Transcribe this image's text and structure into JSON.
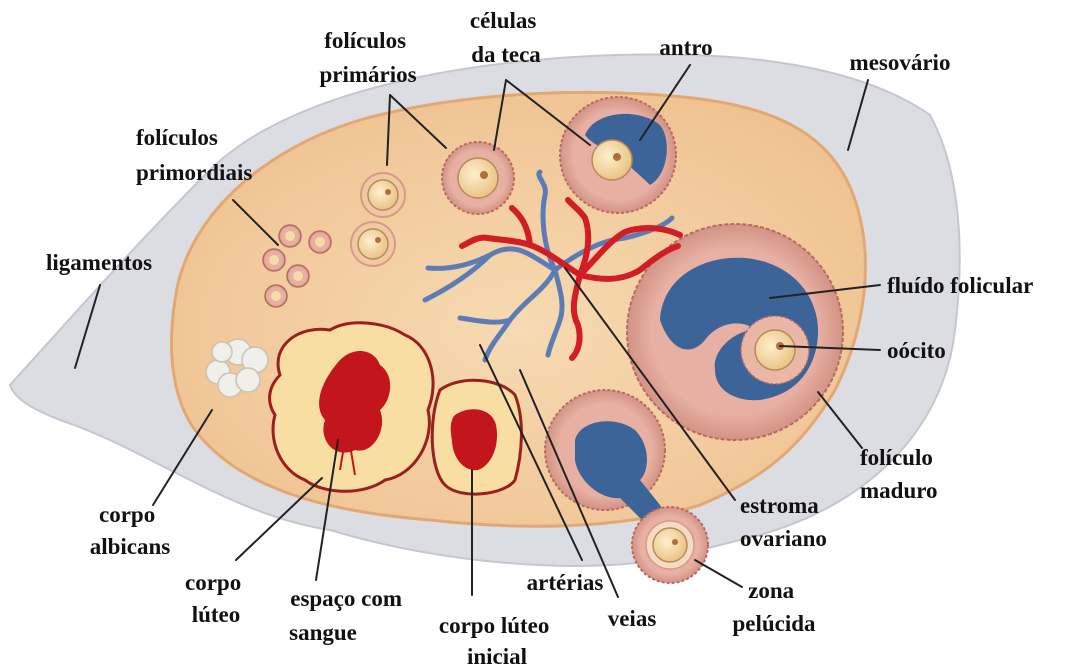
{
  "labels": {
    "foliculos_primarios": [
      "folículos",
      "primários"
    ],
    "celulas_teca": [
      "células",
      "da teca"
    ],
    "antro": [
      "antro"
    ],
    "mesovario": [
      "mesovário"
    ],
    "foliculos_primordiais": [
      "folículos",
      "primordiais"
    ],
    "ligamentos": [
      "ligamentos"
    ],
    "fluido_folicular": [
      "fluído folicular"
    ],
    "oocito": [
      "oócito"
    ],
    "foliculo_maduro": [
      "folículo",
      "maduro"
    ],
    "estroma_ovariano": [
      "estroma",
      "ovariano"
    ],
    "zona_pelucida": [
      "zona",
      "pelúcida"
    ],
    "veias": [
      "veias"
    ],
    "arterias": [
      "artérias"
    ],
    "corpo_luteo_inicial": [
      "corpo lúteo",
      "inicial"
    ],
    "espaco_com_sangue": [
      "espaço com",
      "sangue"
    ],
    "corpo_luteo": [
      "corpo",
      "lúteo"
    ],
    "corpo_albicans": [
      "corpo",
      "albicans"
    ]
  },
  "colors": {
    "ligament": "#dcdde3",
    "ligament_edge": "#c5c7cf",
    "stroma": "#f3cc9d",
    "stroma_edge": "#e2a874",
    "theca": "#d79a8f",
    "theca_edge": "#b86a60",
    "follicle_fluid": "#3d6498",
    "oocyte": "#f5dba6",
    "corpus": "#f8dea3",
    "corpus_edge": "#9c1f1f",
    "blood": "#c3161c",
    "artery": "#d21d27",
    "vein": "#5d7cb6",
    "albicans": "#f1efe9"
  }
}
